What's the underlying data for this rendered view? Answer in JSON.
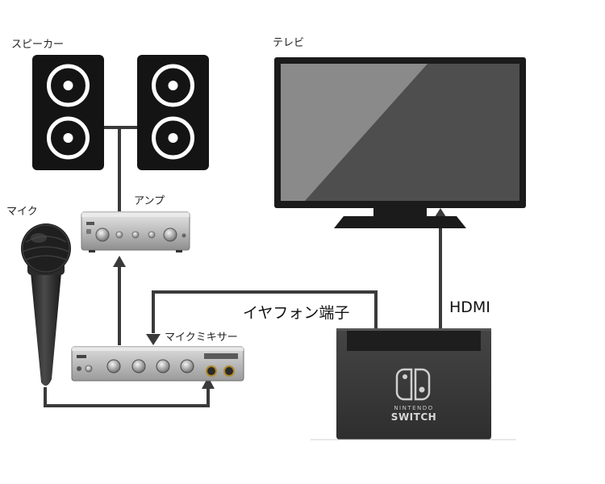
{
  "labels": {
    "speakers": "スピーカー",
    "tv": "テレビ",
    "amp": "アンプ",
    "mic": "マイク",
    "mixer": "マイクミキサー",
    "earphone": "イヤフォン端子",
    "hdmi": "HDMI"
  },
  "device_text": {
    "switch_line1": "NINTENDO",
    "switch_line2": "SWITCH"
  },
  "colors": {
    "cable": "#3a3a3a",
    "speaker_body": "#141414",
    "tv_frame": "#1b1b1b",
    "tv_screen": "#4e4e4e",
    "dock": "#3c3c3c",
    "device_silver": "#c8c8c8"
  },
  "icons": [
    "speaker-icon",
    "tv-icon",
    "amplifier-icon",
    "microphone-icon",
    "mixer-icon",
    "switch-dock-icon",
    "arrow-up-icon"
  ]
}
